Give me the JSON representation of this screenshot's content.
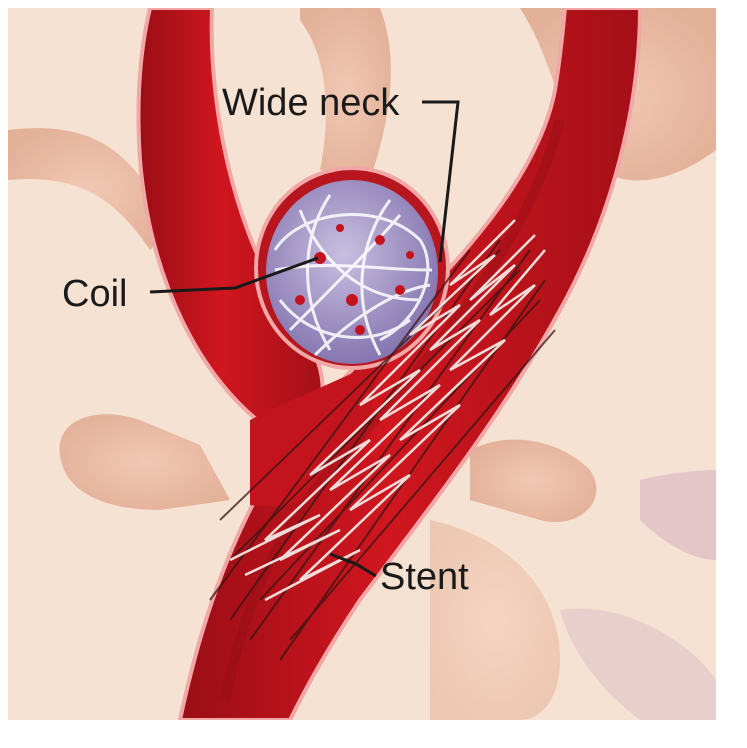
{
  "labels": {
    "wide_neck": "Wide neck",
    "coil": "Coil",
    "stent": "Stent"
  },
  "colors": {
    "background": "#f6e2d2",
    "tissue": "#e9b9a2",
    "vessel": "#c3141e",
    "vessel_dark": "#8c0d14",
    "vessel_wall": "#f0a3a3",
    "aneurysm_coil": "#a494c6",
    "stent_light": "#f3e7e3",
    "stent_dark": "#3b1412"
  },
  "icons": [
    "blood-vessel",
    "aneurysm",
    "coil",
    "stent"
  ]
}
